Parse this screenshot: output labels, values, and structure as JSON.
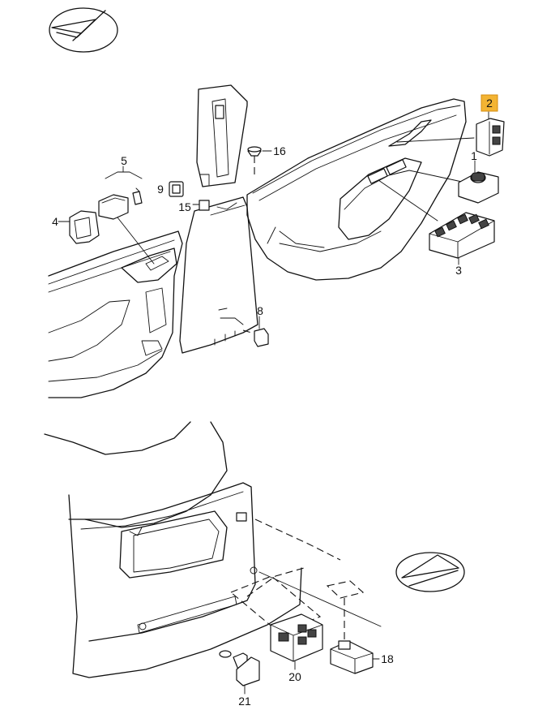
{
  "diagram": {
    "callouts": [
      {
        "id": "c1",
        "label": "1"
      },
      {
        "id": "c2",
        "label": "2",
        "highlighted": true
      },
      {
        "id": "c3",
        "label": "3"
      },
      {
        "id": "c4",
        "label": "4"
      },
      {
        "id": "c5",
        "label": "5"
      },
      {
        "id": "c8",
        "label": "8"
      },
      {
        "id": "c9",
        "label": "9"
      },
      {
        "id": "c15",
        "label": "15"
      },
      {
        "id": "c16",
        "label": "16"
      },
      {
        "id": "c18",
        "label": "18"
      },
      {
        "id": "c20",
        "label": "20"
      },
      {
        "id": "c21",
        "label": "21"
      }
    ],
    "highlight_color": "#f3b433",
    "line_color": "#111111",
    "icons": [
      "checkmark-logo-icon",
      "compass-arrow-icon"
    ]
  }
}
